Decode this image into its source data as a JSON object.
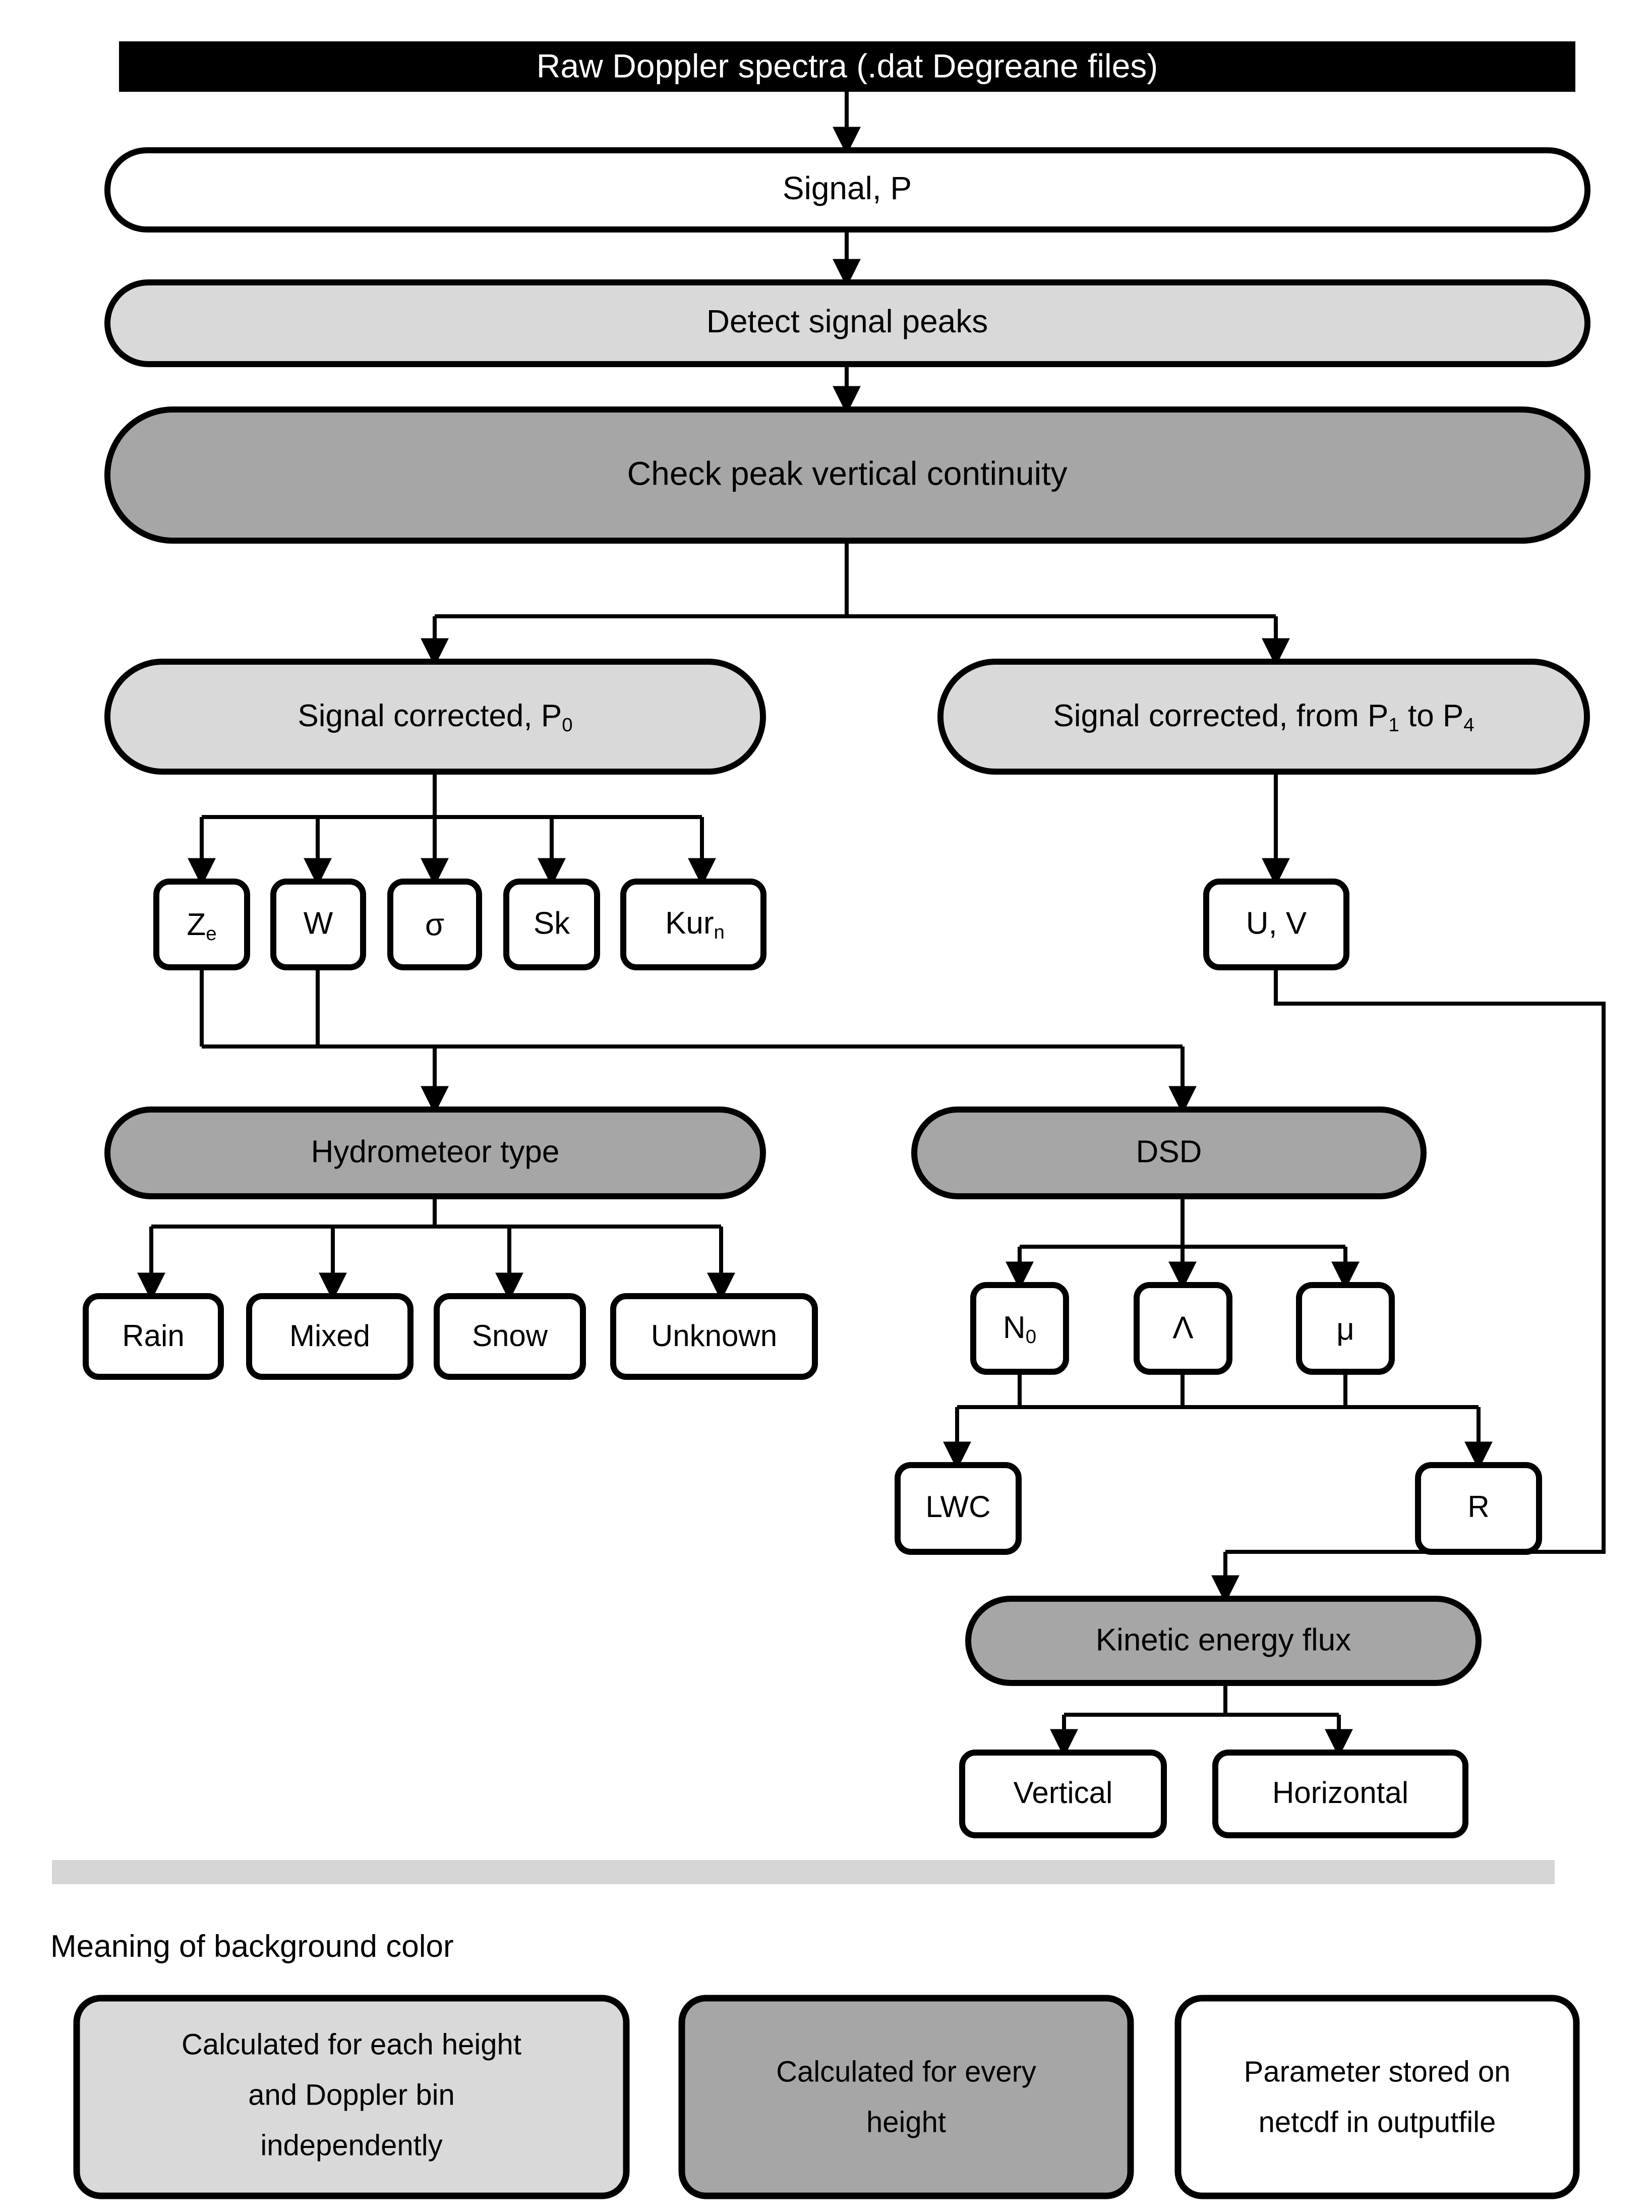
{
  "diagram": {
    "title_bar": {
      "label": "Raw Doppler spectra (.dat Degreane files)"
    },
    "nodes": {
      "signal_p": "Signal, P",
      "detect_peaks": "Detect signal peaks",
      "check_continuity": "Check peak vertical continuity",
      "signal_corrected_p0_pre": "Signal corrected, P",
      "signal_corrected_p0_sub": "0",
      "signal_corrected_prange_pre": "Signal corrected, from P",
      "signal_corrected_prange_sub1": "1",
      "signal_corrected_prange_mid": " to P",
      "signal_corrected_prange_sub2": "4",
      "ze_main": "Z",
      "ze_sub": "e",
      "w": "W",
      "sigma": "σ",
      "sk": "Sk",
      "kur_main": "Kur",
      "kur_sub": "n",
      "uv": "U, V",
      "hydrometeor_type": "Hydrometeor type",
      "dsd": "DSD",
      "rain": "Rain",
      "mixed": "Mixed",
      "snow": "Snow",
      "unknown": "Unknown",
      "n0_main": "N",
      "n0_sub": "0",
      "lambda": "Λ",
      "mu": "μ",
      "lwc": "LWC",
      "r": "R",
      "kinetic_energy_flux": "Kinetic energy flux",
      "vertical": "Vertical",
      "horizontal": "Horizontal"
    },
    "legend": {
      "heading": "Meaning of background color",
      "items": [
        {
          "lines": [
            "Calculated for each height",
            "and Doppler bin",
            "independently"
          ],
          "fill": "#d9d9d9"
        },
        {
          "lines": [
            "Calculated for every",
            "height"
          ],
          "fill": "#a6a6a6"
        },
        {
          "lines": [
            "Parameter stored on",
            "netcdf in outputfile"
          ],
          "fill": "#ffffff"
        }
      ]
    },
    "colors": {
      "black": "#000000",
      "white": "#ffffff",
      "light_gray": "#d9d9d9",
      "mid_gray": "#a6a6a6",
      "separator_gray": "#d6d6d6"
    }
  }
}
